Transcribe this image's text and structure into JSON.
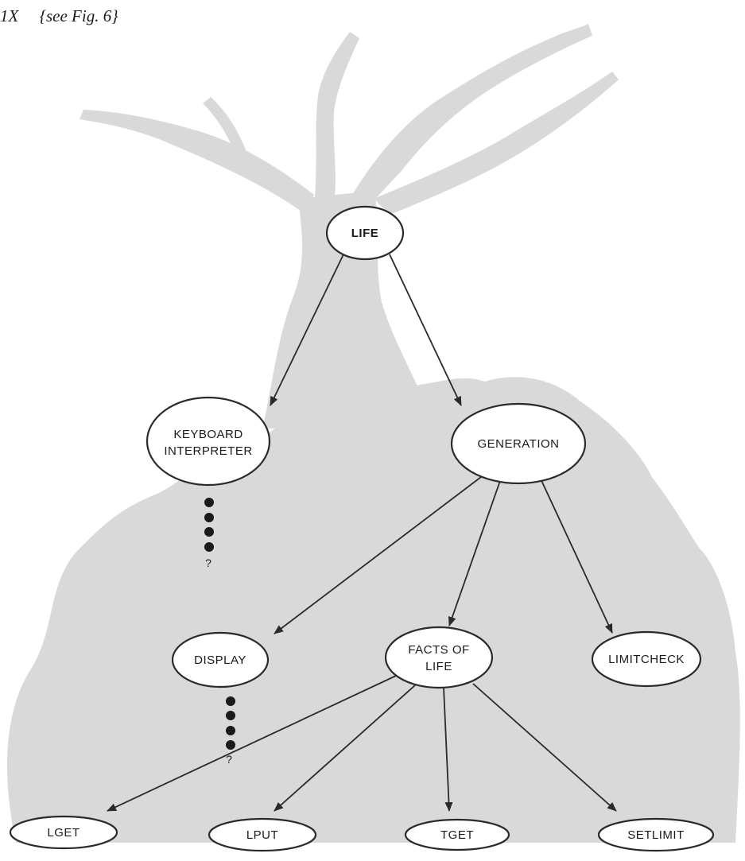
{
  "caption": "1X     {see Fig. 6}",
  "colors": {
    "tree_silhouette": "#d9d9d9",
    "ink": "#2a2a2a",
    "node_fill": "#ffffff"
  },
  "nodes": {
    "life": {
      "label": "LIFE"
    },
    "keyboard_interpreter": {
      "label_line1": "KEYBOARD",
      "label_line2": "INTERPRETER"
    },
    "generation": {
      "label": "GENERATION"
    },
    "display": {
      "label": "DISPLAY"
    },
    "facts_of_life": {
      "label_line1": "FACTS OF",
      "label_line2": "LIFE"
    },
    "limitcheck": {
      "label": "LIMITCHECK"
    },
    "lget": {
      "label": "LGET"
    },
    "lput": {
      "label": "LPUT"
    },
    "tget": {
      "label": "TGET"
    },
    "setlimit": {
      "label": "SETLIMIT"
    }
  },
  "continuation_marks": {
    "keyboard_interpreter": "?",
    "display": "?"
  },
  "edges": [
    {
      "from": "LIFE",
      "to": "KEYBOARD INTERPRETER"
    },
    {
      "from": "LIFE",
      "to": "GENERATION"
    },
    {
      "from": "GENERATION",
      "to": "DISPLAY"
    },
    {
      "from": "GENERATION",
      "to": "FACTS OF LIFE"
    },
    {
      "from": "GENERATION",
      "to": "LIMITCHECK"
    },
    {
      "from": "FACTS OF LIFE",
      "to": "LGET"
    },
    {
      "from": "FACTS OF LIFE",
      "to": "LPUT"
    },
    {
      "from": "FACTS OF LIFE",
      "to": "TGET"
    },
    {
      "from": "FACTS OF LIFE",
      "to": "SETLIMIT"
    }
  ]
}
